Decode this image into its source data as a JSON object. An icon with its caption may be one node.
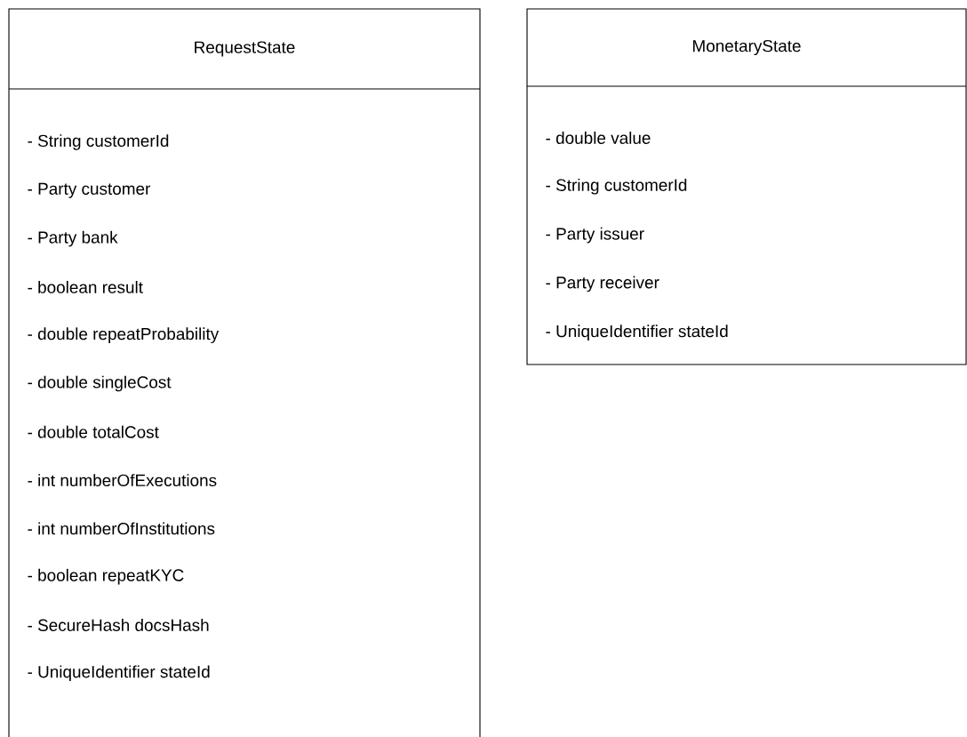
{
  "diagram": {
    "nodes": [
      {
        "text": [
          "RequestState",
          "- String customerId",
          "- Party customer",
          "- Party bank",
          "- boolean result",
          "- double repeatProbability",
          "- double singleCost",
          "- double totalCost",
          "- int numberOfExecutions",
          "- int numberOfInstitutions",
          "- boolean repeatKYC",
          "- SecureHash docsHash",
          "- UniqueIdentifier stateId"
        ]
      },
      {
        "text": [
          "MonetaryState",
          "- double value",
          "- String customerId",
          "- Party issuer",
          "- Party receiver",
          "- UniqueIdentifier stateId"
        ]
      }
    ]
  }
}
